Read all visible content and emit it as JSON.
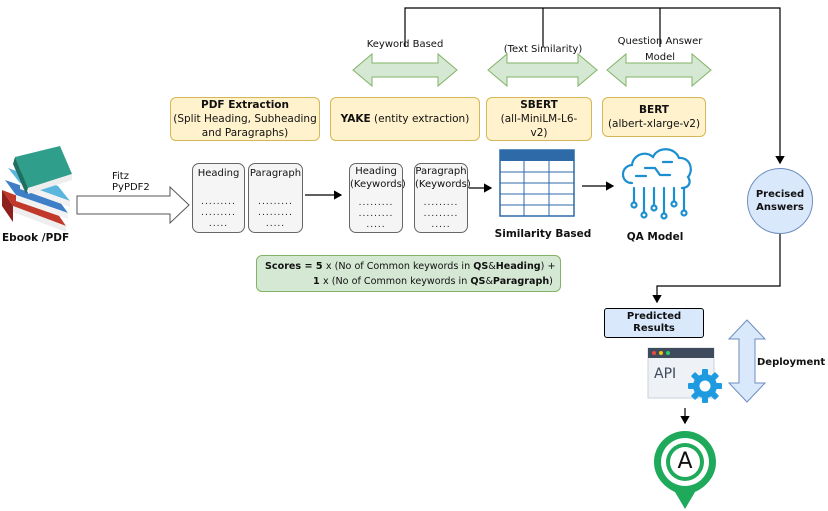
{
  "source": {
    "label": "Ebook /PDF"
  },
  "extract_arrow": {
    "line1": "Fitz",
    "line2": "PyPDF2"
  },
  "top_labels": {
    "keyword_based": "Keyword Based",
    "text_similarity": "(Text Similarity)",
    "qa_model_line1": "Question Answer",
    "qa_model_line2": "Model"
  },
  "info_boxes": {
    "pdf": {
      "title": "PDF Extraction",
      "line1": "(Split Heading, Subheading",
      "line2": "and Paragraphs)"
    },
    "yake": {
      "title": "YAKE",
      "rest": " (entity extraction)"
    },
    "sbert": {
      "title": "SBERT",
      "line1": "(all-MiniLM-L6-",
      "line2": "v2)"
    },
    "bert": {
      "title": "BERT",
      "line1": "(albert-xlarge-v2)"
    }
  },
  "cards": {
    "heading": "Heading",
    "paragraph": "Paragraph",
    "heading_kw_1": "Heading",
    "heading_kw_2": "(Keywords)",
    "paragraph_kw_1": "Paragraph",
    "paragraph_kw_2": "(Keywords)",
    "dots": ".........",
    "dots_short": "....."
  },
  "similarity": {
    "label": "Similarity Based"
  },
  "qa_model": {
    "label": "QA Model"
  },
  "precised": {
    "line1": "Precised",
    "line2": "Answers"
  },
  "scores": {
    "l1_prefix": "Scores = 5 ",
    "l1_mid": "x (No of Common keywords in ",
    "l1_qs": "QS",
    "l1_amp": "&",
    "l1_term": "Heading",
    "l1_suffix": ") +",
    "l2_prefix": "1 ",
    "l2_mid": "x (No of Common keywords in ",
    "l2_qs": "QS",
    "l2_amp": "&",
    "l2_term": "Paragraph",
    "l2_suffix": ")"
  },
  "predicted": {
    "line1": "Predicted",
    "line2": "Results"
  },
  "api": {
    "label": "API"
  },
  "deployment": {
    "label": "Deployment"
  },
  "pin": {
    "letter": "A"
  },
  "colors": {
    "info_fill": "#fff2cc",
    "arrow_fill": "#d5e8d4",
    "arrow_stroke": "#82b366",
    "score_fill": "#d5e8d4",
    "precised_fill": "#dae8fc",
    "predicted_fill": "#dae8fc",
    "deploy_fill": "#dae8fc",
    "table_header": "#2e6aa8",
    "qa_icon": "#1b8fd0",
    "pin_green": "#1eaa5a"
  }
}
